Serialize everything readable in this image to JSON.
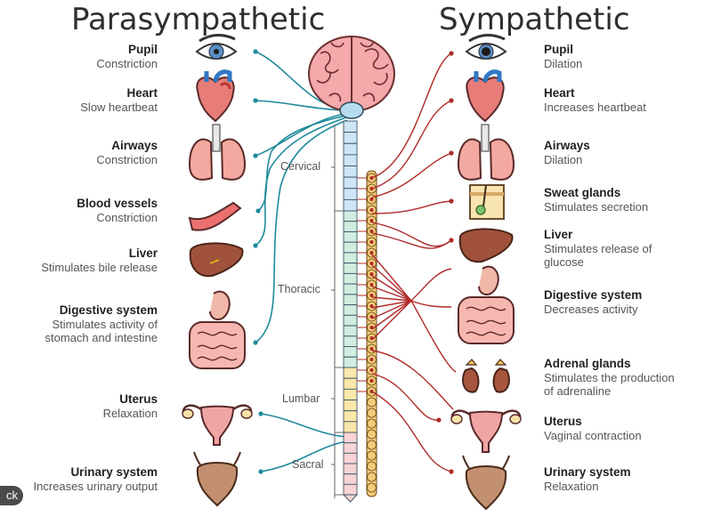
{
  "headings": {
    "left": "Parasympathetic",
    "right": "Sympathetic"
  },
  "parasympathetic": [
    {
      "title": "Pupil",
      "desc": [
        "Constriction"
      ],
      "icon": "eye-icon"
    },
    {
      "title": "Heart",
      "desc": [
        "Slow heartbeat"
      ],
      "icon": "heart-icon"
    },
    {
      "title": "Airways",
      "desc": [
        "Constriction"
      ],
      "icon": "lungs-icon"
    },
    {
      "title": "Blood vessels",
      "desc": [
        "Constriction"
      ],
      "icon": "blood-vessel-icon"
    },
    {
      "title": "Liver",
      "desc": [
        "Stimulates bile release"
      ],
      "icon": "liver-icon"
    },
    {
      "title": "Digestive system",
      "desc": [
        "Stimulates activity of",
        "stomach and intestine"
      ],
      "icon": "digestive-system-icon"
    },
    {
      "title": "Uterus",
      "desc": [
        "Relaxation"
      ],
      "icon": "uterus-icon"
    },
    {
      "title": "Urinary system",
      "desc": [
        "Increases urinary output"
      ],
      "icon": "bladder-icon"
    }
  ],
  "sympathetic": [
    {
      "title": "Pupil",
      "desc": [
        "Dilation"
      ],
      "icon": "eye-icon"
    },
    {
      "title": "Heart",
      "desc": [
        "Increases heartbeat"
      ],
      "icon": "heart-icon"
    },
    {
      "title": "Airways",
      "desc": [
        "Dilation"
      ],
      "icon": "lungs-icon"
    },
    {
      "title": "Sweat glands",
      "desc": [
        "Stimulates secretion"
      ],
      "icon": "sweat-gland-icon"
    },
    {
      "title": "Liver",
      "desc": [
        "Stimulates release of",
        "glucose"
      ],
      "icon": "liver-icon"
    },
    {
      "title": "Digestive system",
      "desc": [
        "Decreases activity"
      ],
      "icon": "digestive-system-icon"
    },
    {
      "title": "Adrenal glands",
      "desc": [
        "Stimulates the production",
        "of adrenaline"
      ],
      "icon": "adrenal-glands-icon"
    },
    {
      "title": "Uterus",
      "desc": [
        "Vaginal contraction"
      ],
      "icon": "uterus-icon"
    },
    {
      "title": "Urinary system",
      "desc": [
        "Relaxation"
      ],
      "icon": "bladder-icon"
    }
  ],
  "spine_segments": [
    "Cervical",
    "Thoracic",
    "Lumbar",
    "Sacral"
  ],
  "colors": {
    "parasympathetic_nerve": "#1e8a9c",
    "sympathetic_nerve": "#b02a2a",
    "cervical": "#cde6f5",
    "thoracic": "#cfeee0",
    "lumbar": "#fbe7a9",
    "sacral": "#f8d4d4",
    "ganglion_chain": "#f3cb79",
    "brain": "#f4a9aa"
  },
  "back_button": "ck"
}
